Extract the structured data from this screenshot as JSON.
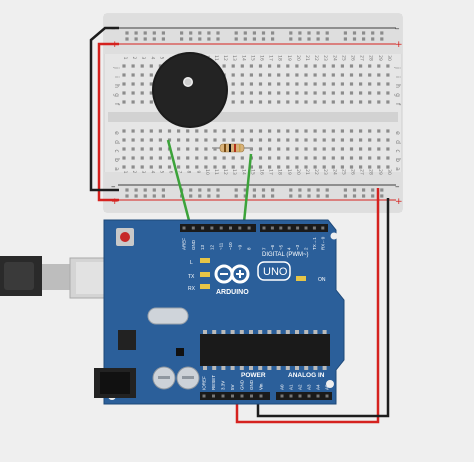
{
  "breadboard": {
    "columns": [
      "1",
      "2",
      "3",
      "4",
      "5",
      "6",
      "7",
      "8",
      "9",
      "10",
      "11",
      "12",
      "13",
      "14",
      "15",
      "16",
      "17",
      "18",
      "19",
      "20",
      "21",
      "22",
      "23",
      "24",
      "25",
      "26",
      "27",
      "28",
      "29",
      "30"
    ],
    "rows_top": [
      "j",
      "i",
      "h",
      "g",
      "f"
    ],
    "rows_bottom": [
      "e",
      "d",
      "c",
      "b",
      "a"
    ],
    "rail_minus": "–",
    "rail_plus": "+"
  },
  "board": {
    "brand": "ARDUINO",
    "model": "UNO",
    "digital_label": "DIGITAL (PWM~)",
    "power_label": "POWER",
    "analog_label": "ANALOG IN",
    "led_labels": [
      "L",
      "TX",
      "RX"
    ],
    "on_label": "ON",
    "header_top_left": [
      "AREF",
      "GND",
      "13",
      "12",
      "~11",
      "~10",
      "~9",
      "8"
    ],
    "header_top_right": [
      "7",
      "~6",
      "~5",
      "4",
      "~3",
      "2",
      "TX→1",
      "RX←0"
    ],
    "power_pins": [
      "IOREF",
      "RESET",
      "3.3V",
      "5V",
      "GND",
      "GND",
      "Vin"
    ],
    "analog_pins": [
      "A0",
      "A1",
      "A2",
      "A3",
      "A4",
      "A5"
    ]
  },
  "colors": {
    "background": "#efefef",
    "breadboard": "#e7e7e7",
    "board": "#2b5f9a",
    "wire_red": "#d5221f",
    "wire_black": "#1d1d1d",
    "wire_green": "#3ca33a",
    "buzzer": "#1b1b1b"
  },
  "components": {
    "buzzer": "piezo-buzzer",
    "resistor": "resistor",
    "usb": "usb-connector",
    "power_jack": "dc-power-jack"
  }
}
